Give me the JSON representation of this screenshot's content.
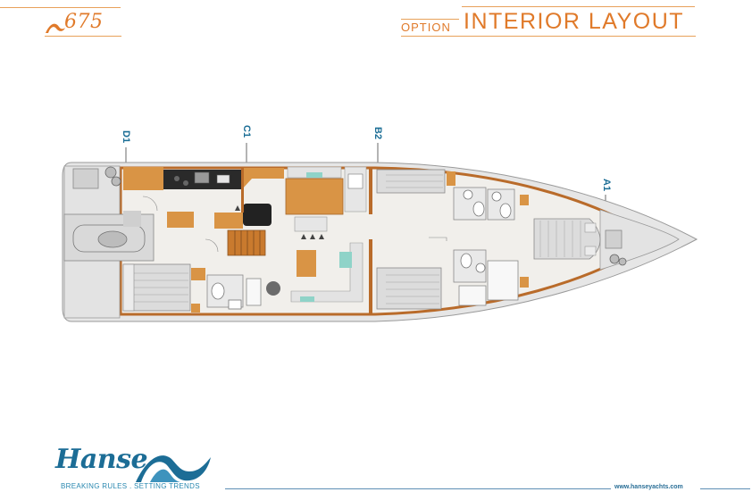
{
  "header": {
    "model": "675",
    "option_label": "OPTION",
    "title": "INTERIOR LAYOUT"
  },
  "stations": {
    "d1": "D1",
    "c1": "C1",
    "b2": "B2",
    "a1": "A1"
  },
  "footer": {
    "brand": "Hanse",
    "tagline": "BREAKING RULES . SETTING TRENDS",
    "website": "www.hanseyachts.com"
  },
  "colors": {
    "accent_orange": "#e07a2a",
    "brand_blue": "#1c6d96",
    "wood": "#d99445",
    "wood_dark": "#b96b2a",
    "hull_grey": "#e6e6e6",
    "floor": "#f1efeb",
    "berth": "#dcdcdc",
    "galley_black": "#2a2a2a",
    "aqua": "#8fd3c8"
  }
}
